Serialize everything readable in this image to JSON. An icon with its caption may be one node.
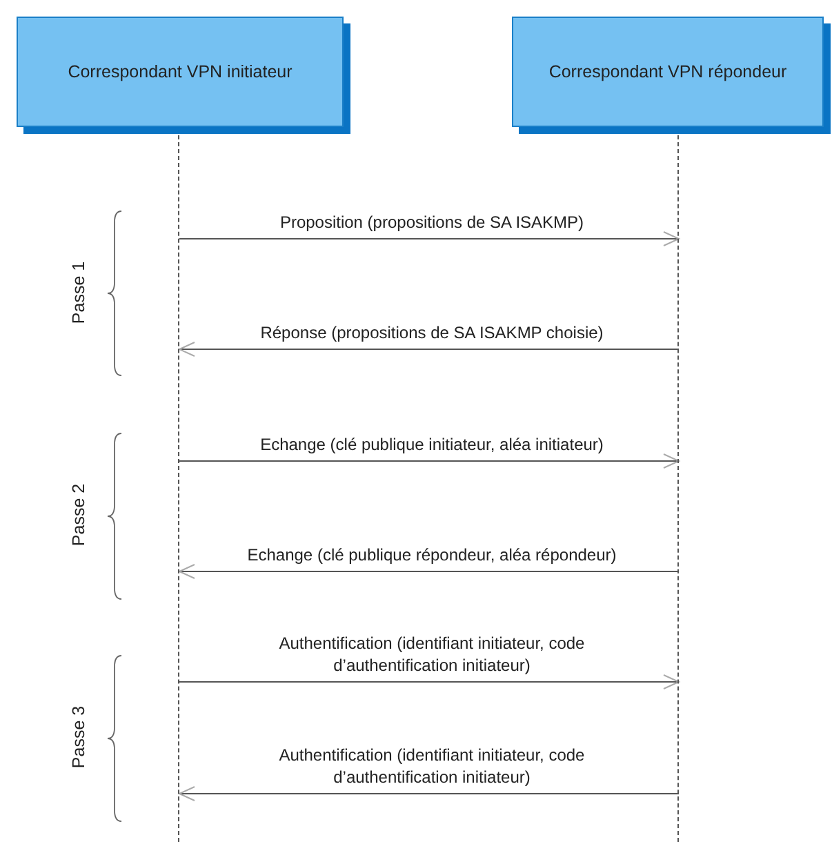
{
  "diagram": {
    "nodes": [
      {
        "text": [
          "Correspondant VPN initiateur"
        ]
      },
      {
        "text": [
          "Correspondant VPN répondeur"
        ]
      },
      {
        "text": [],
        "shape": "line"
      },
      {
        "text": [],
        "shape": "line"
      }
    ],
    "edges": [
      {
        "from": 2,
        "to": 3,
        "arrow": "to",
        "label": "Proposition (propositions de SA ISAKMP)"
      },
      {
        "from": 3,
        "to": 2,
        "arrow": "to",
        "label": "Réponse (propositions de SA ISAKMP choisie)"
      },
      {
        "from": 2,
        "to": 3,
        "arrow": "to",
        "label": "Echange (clé publique initiateur, aléa initiateur)"
      },
      {
        "from": 3,
        "to": 2,
        "arrow": "to",
        "label": "Echange (clé publique répondeur, aléa répondeur)"
      },
      {
        "from": 2,
        "to": 3,
        "arrow": "to",
        "label": "Authentification (identifiant initiateur, code d’authentification initiateur)"
      },
      {
        "from": 3,
        "to": 2,
        "arrow": "to",
        "label": "Authentification (identifiant initiateur, code d’authentification initiateur)"
      }
    ],
    "labels": [
      "Passe 1",
      "Passe 2",
      "Passe 3"
    ]
  }
}
